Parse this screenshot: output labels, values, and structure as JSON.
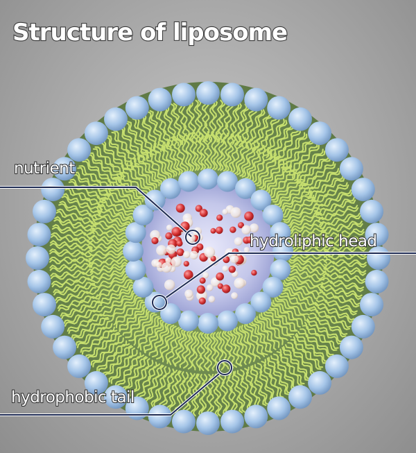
{
  "title": "Structure of liposome",
  "labels": {
    "nutrient": "nutrient",
    "head": "hydroliphic head",
    "tail": "hydrophobic tail"
  },
  "colors": {
    "background": "#a9a9a9",
    "phospholipid_head": "#9dbfe2",
    "lipid_tail": "#c6df6e",
    "core": "#c3c6e6",
    "nutrient_red": "#cf2a2a",
    "leader_line": "#1d2a52"
  }
}
